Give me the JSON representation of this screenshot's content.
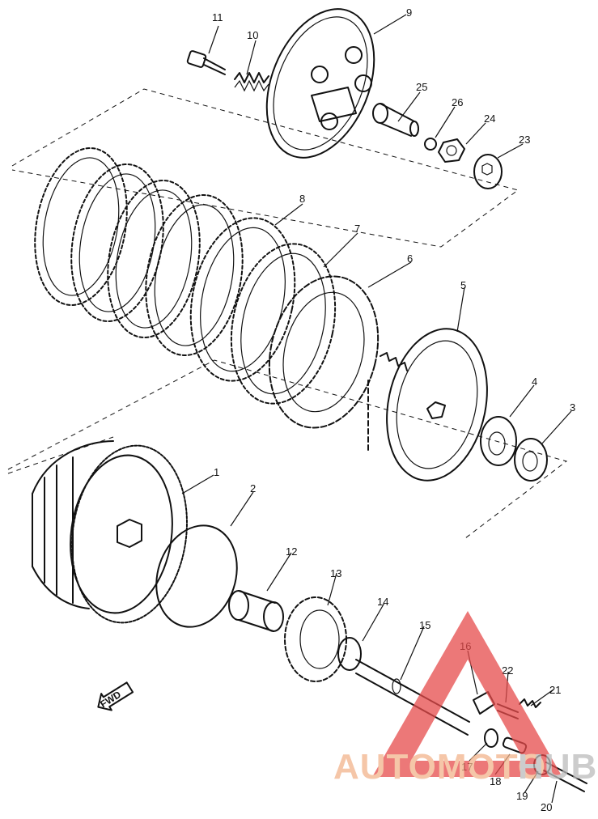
{
  "part_labels": [
    "1",
    "2",
    "3",
    "4",
    "5",
    "6",
    "7",
    "8",
    "9",
    "10",
    "11",
    "12",
    "13",
    "14",
    "15",
    "16",
    "17",
    "18",
    "19",
    "20",
    "21",
    "22",
    "23",
    "24",
    "25",
    "26"
  ],
  "direction_marker": "FWD",
  "watermark": {
    "word_a": "AUTOMOTO",
    "word_b": "HUB",
    "color_a": "#f2b48c",
    "color_b": "#bcbcbc",
    "triangle_color": "#e64b4b"
  },
  "colors": {
    "ink": "#111111",
    "background": "#ffffff"
  }
}
